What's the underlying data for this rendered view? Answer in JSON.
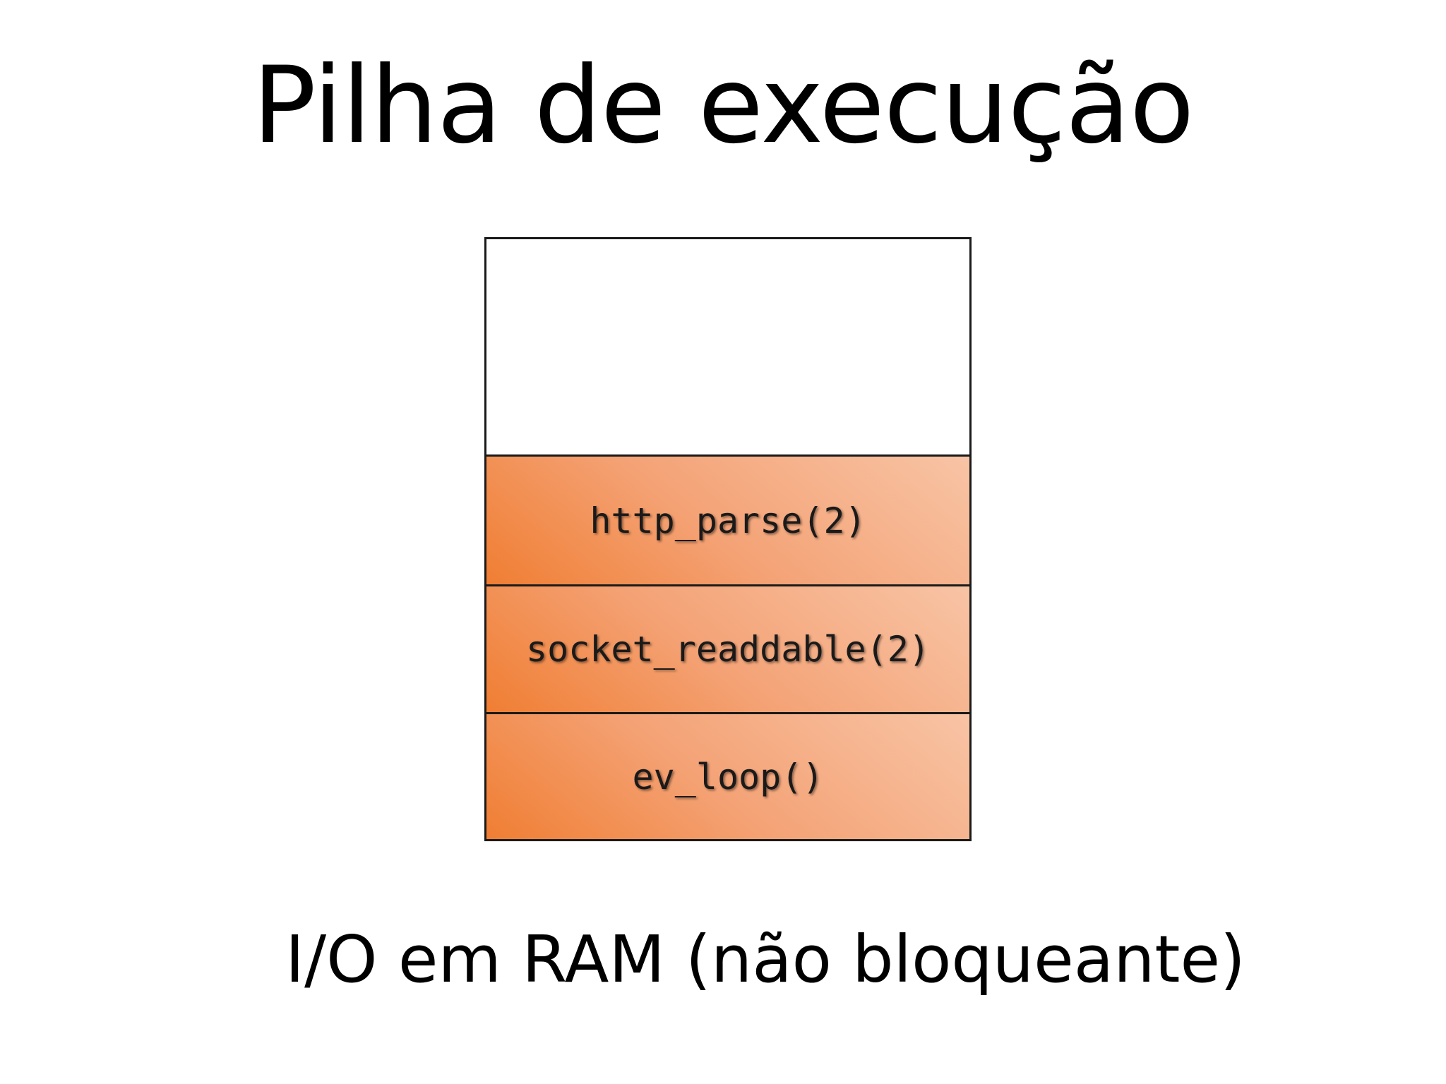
{
  "slide": {
    "title": "Pilha de execução",
    "caption": "I/O em RAM (não bloqueante)"
  },
  "stack": {
    "frames": [
      {
        "label": "http_parse(2)"
      },
      {
        "label": "socket_readdable(2)"
      },
      {
        "label": "ev_loop()"
      }
    ]
  },
  "colors": {
    "frame_gradient_start": "#f07e33",
    "frame_gradient_end": "#f8c4a5",
    "border": "#1a1a1a"
  }
}
